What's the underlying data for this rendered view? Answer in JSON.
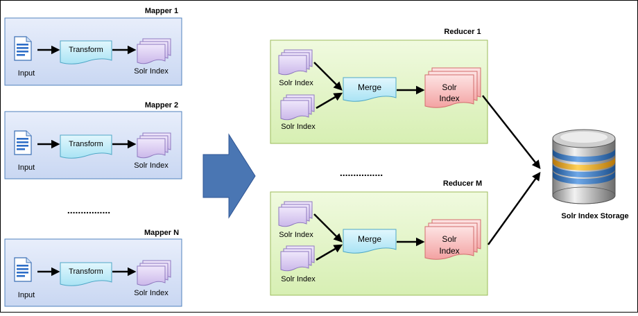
{
  "mappers": [
    {
      "title": "Mapper 1",
      "input_label": "Input",
      "transform_label": "Transform",
      "output_label": "Solr Index"
    },
    {
      "title": "Mapper 2",
      "input_label": "Input",
      "transform_label": "Transform",
      "output_label": "Solr Index"
    },
    {
      "title": "Mapper N",
      "input_label": "Input",
      "transform_label": "Transform",
      "output_label": "Solr Index"
    }
  ],
  "mapper_ellipsis": "................",
  "reducers": [
    {
      "title": "Reducer 1",
      "input_labels": [
        "Solr Index",
        "Solr Index"
      ],
      "merge_label": "Merge",
      "output_label_line1": "Solr",
      "output_label_line2": "Index"
    },
    {
      "title": "Reducer M",
      "input_labels": [
        "Solr Index",
        "Solr Index"
      ],
      "merge_label": "Merge",
      "output_label_line1": "Solr",
      "output_label_line2": "Index"
    }
  ],
  "reducer_ellipsis": "................",
  "storage_label": "Solr Index Storage",
  "colors": {
    "mapper_fill": "#dbe5f8",
    "mapper_border": "#4f81bd",
    "reducer_fill": "#e4f5c9",
    "reducer_border": "#9bbb59",
    "transform_fill": "#c6eef8",
    "index_fill": "#ddd0f2",
    "merged_index_fill": "#f9c4c4",
    "big_arrow": "#4a76b3"
  }
}
